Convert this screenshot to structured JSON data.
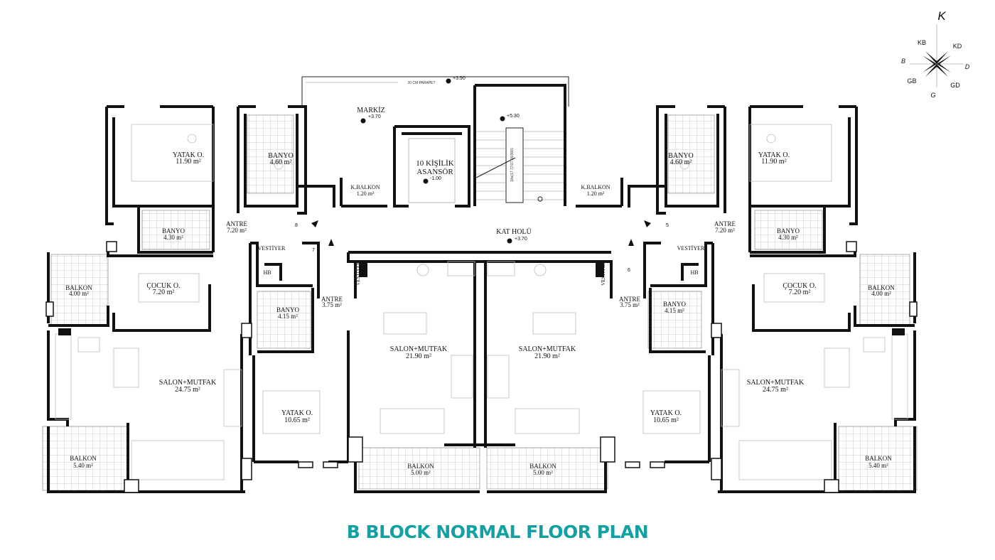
{
  "title": "B BLOCK NORMAL FLOOR PLAN",
  "compass": {
    "n": "K",
    "ne": "KD",
    "nw": "KB",
    "e": "D",
    "w": "B",
    "se": "GD",
    "sw": "GB",
    "s": "G"
  },
  "levels": {
    "top": "+3.90",
    "markiz": "+3.70",
    "stair": "+5.30",
    "elevator": "-1.00",
    "hall": "+3.70"
  },
  "notes": {
    "parapet": "20 CM PARAPET",
    "stair_run": "18x(17.77/27.00/300)"
  },
  "core": {
    "markiz": "MARKİZ",
    "elevator_line1": "10 KİŞİLİK",
    "elevator_line2": "ASANSÖR",
    "hall": "KAT HOLÜ"
  },
  "rooms": {
    "yatak_left": {
      "name": "YATAK O.",
      "area": "11.90 m²"
    },
    "yatak_right": {
      "name": "YATAK O.",
      "area": "11.90 m²"
    },
    "banyo_top_left": {
      "name": "BANYO",
      "area": "4.60 m²"
    },
    "banyo_top_right": {
      "name": "BANYO",
      "area": "4.60 m²"
    },
    "kbalkon_left": {
      "name": "K.BALKON",
      "area": "1.20 m²"
    },
    "kbalkon_right": {
      "name": "K.BALKON",
      "area": "1.20 m²"
    },
    "antre_left": {
      "name": "ANTRE",
      "area": "7.20 m²"
    },
    "antre_right": {
      "name": "ANTRE",
      "area": "7.20 m²"
    },
    "banyo_mid_left": {
      "name": "BANYO",
      "area": "4.30 m²"
    },
    "banyo_mid_right": {
      "name": "BANYO",
      "area": "4.30 m²"
    },
    "balkon_small_left": {
      "name": "BALKON",
      "area": "4.00 m²"
    },
    "balkon_small_right": {
      "name": "BALKON",
      "area": "4.00 m²"
    },
    "cocuk_left": {
      "name": "ÇOCUK O.",
      "area": "7.20 m²"
    },
    "cocuk_right": {
      "name": "ÇOCUK O.",
      "area": "7.20 m²"
    },
    "salon_big_left": {
      "name": "SALON+MUTFAK",
      "area": "24.75 m²"
    },
    "salon_big_right": {
      "name": "SALON+MUTFAK",
      "area": "24.75 m²"
    },
    "balkon_big_left": {
      "name": "BALKON",
      "area": "5.40 m²"
    },
    "balkon_big_right": {
      "name": "BALKON",
      "area": "5.40 m²"
    },
    "vestiyer_l": {
      "name": "VESTİYER"
    },
    "vestiyer_r": {
      "name": "VESTİYER"
    },
    "hb_l": {
      "name": "HB"
    },
    "hb_r": {
      "name": "HB"
    },
    "antre_s_l": {
      "name": "ANTRE",
      "area": "3.75 m²"
    },
    "antre_s_r": {
      "name": "ANTRE",
      "area": "3.75 m²"
    },
    "banyo_s_l": {
      "name": "BANYO",
      "area": "4.15 m²"
    },
    "banyo_s_r": {
      "name": "BANYO",
      "area": "4.15 m²"
    },
    "yatak_s_l": {
      "name": "YATAK O.",
      "area": "10.65 m²"
    },
    "yatak_s_r": {
      "name": "YATAK O.",
      "area": "10.65 m²"
    },
    "salon_c_l": {
      "name": "SALON+MUTFAK",
      "area": "21.90 m²"
    },
    "salon_c_r": {
      "name": "SALON+MUTFAK",
      "area": "21.90 m²"
    },
    "balkon_c_l": {
      "name": "BALKON",
      "area": "5.00 m²"
    },
    "balkon_c_r": {
      "name": "BALKON",
      "area": "5.00 m²"
    },
    "vestiyer_c_l": {
      "name": "VESTİYER"
    },
    "vestiyer_c_r": {
      "name": "VESTİYER"
    }
  },
  "flat_numbers": {
    "f8": "8",
    "f5": "5",
    "f7": "7",
    "f6": "6"
  }
}
